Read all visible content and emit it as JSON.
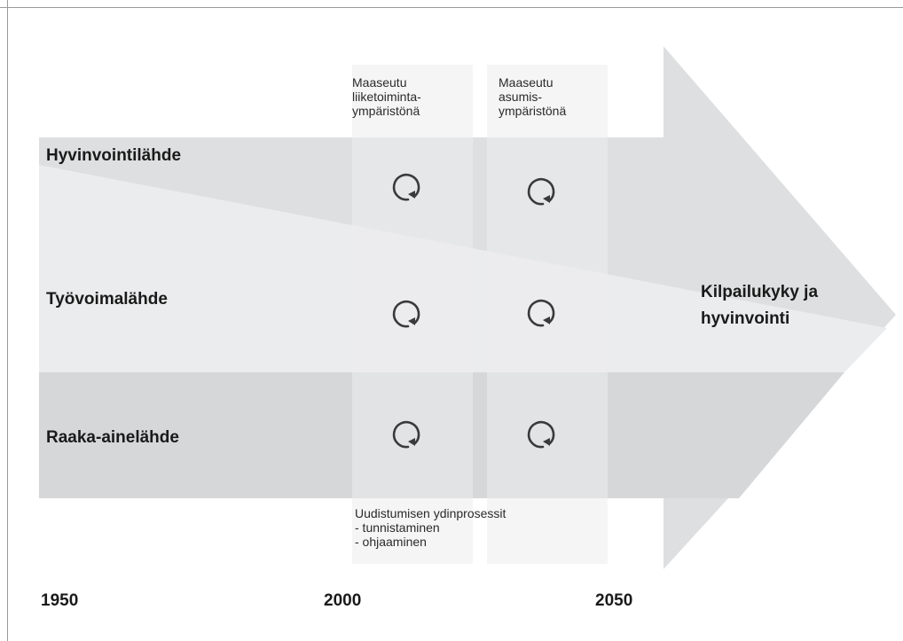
{
  "lanes": [
    {
      "label": "Hyvinvointilähde"
    },
    {
      "label": "Työvoimalähde"
    },
    {
      "label": "Raaka-ainelähde"
    }
  ],
  "columns": [
    {
      "lines": [
        "Maaseutu",
        "liiketoiminta-",
        "ympäristönä"
      ]
    },
    {
      "lines": [
        "Maaseutu",
        "asumis-",
        "ympäristönä"
      ]
    }
  ],
  "core_processes": {
    "lines": [
      "Uudistumisen ydinprosessit",
      "- tunnistaminen",
      "- ohjaaminen"
    ]
  },
  "target": {
    "lines": [
      "Kilpailukyky ja",
      "hyvinvointi"
    ]
  },
  "years": [
    "1950",
    "2000",
    "2050"
  ],
  "cycle_icon": "cycle-arrow-icon",
  "colors": {
    "arrow_body": "#dcdcdd",
    "band_dark": "#cfd0d2",
    "band_light": "#e9eaeb",
    "column": "#eceded",
    "icon": "#3a3a3a",
    "frame": "#9a9a9a"
  }
}
